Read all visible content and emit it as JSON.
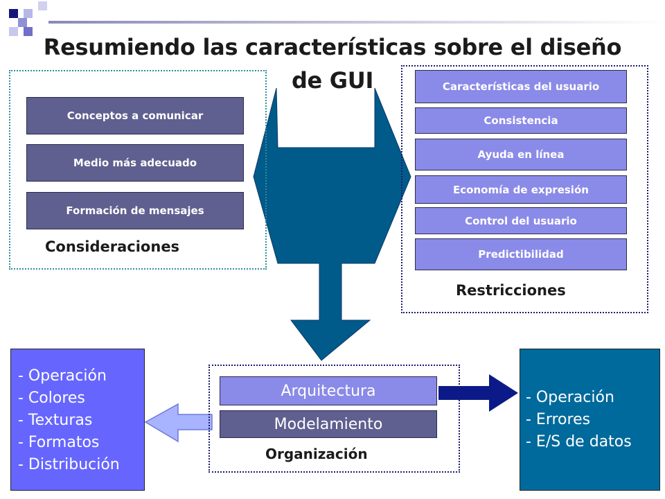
{
  "title": "Resumiendo las características sobre el diseño de GUI",
  "consideraciones": {
    "caption": "Consideraciones",
    "items": [
      "Conceptos a comunicar",
      "Medio más adecuado",
      "Formación de mensajes"
    ]
  },
  "restricciones": {
    "caption": "Restricciones",
    "items": [
      "Características del usuario",
      "Consistencia",
      "Ayuda en línea",
      "Economía de expresión",
      "Control del usuario",
      "Predictibilidad"
    ]
  },
  "organizacion": {
    "caption": "Organización",
    "items": [
      "Arquitectura",
      "Modelamiento"
    ]
  },
  "left_list": [
    "- Operación",
    "- Colores",
    "- Texturas",
    "- Formatos",
    "- Distribución"
  ],
  "right_list": [
    "- Operación",
    "- Errores",
    "- E/S de datos"
  ],
  "colors": {
    "arrow_main": "#005a8a",
    "bar_dark": "#5f5f90",
    "bar_light": "#8a8ae8",
    "left_box": "#6666ff",
    "right_box": "#006a9c",
    "right_arrow": "#0b1a88",
    "left_arrow": "#a8b4ff"
  }
}
